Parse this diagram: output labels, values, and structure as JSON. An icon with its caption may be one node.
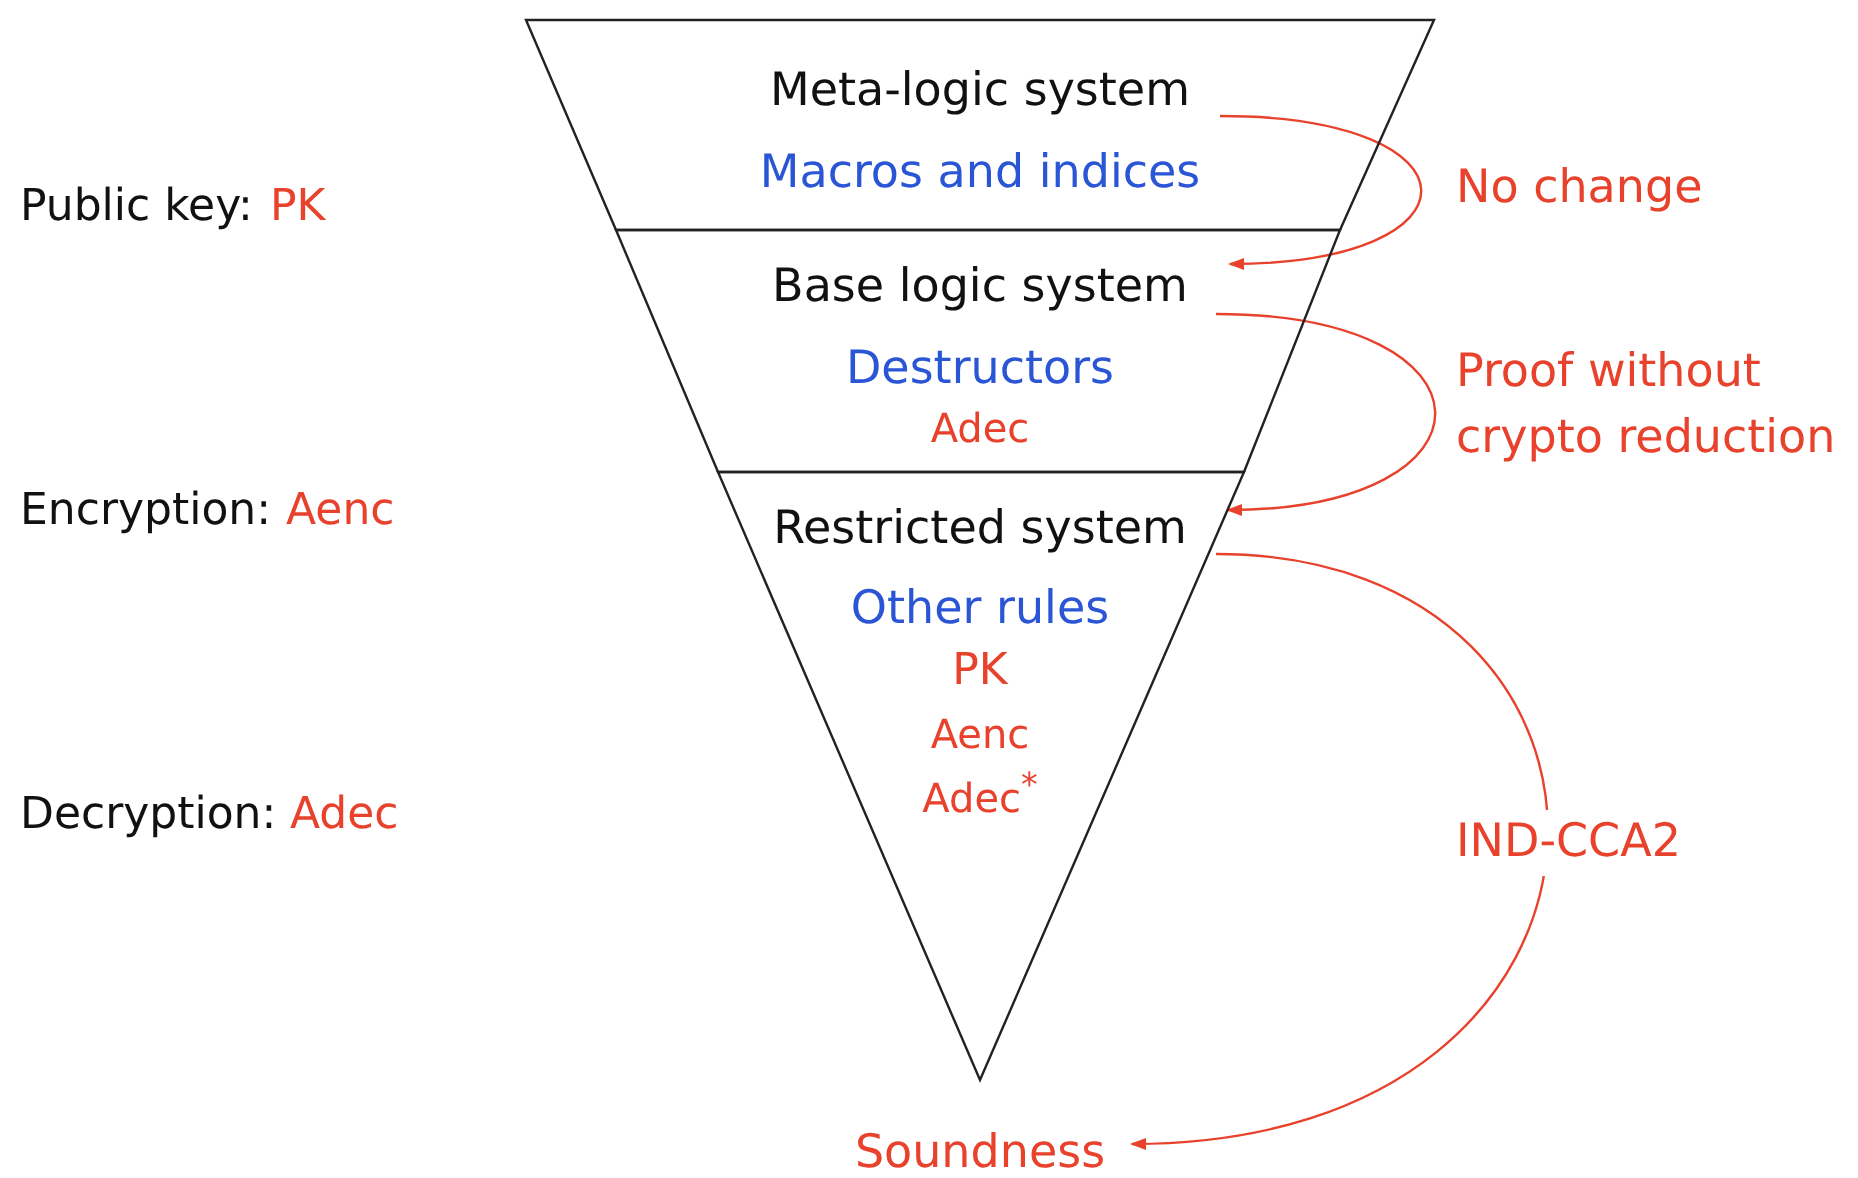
{
  "diagram": {
    "nodes": [
      {
        "text": [
          "Meta-logic system",
          "Macros and indices"
        ]
      },
      {
        "text": [
          "Base logic system",
          "Destructors",
          "Adec"
        ]
      },
      {
        "text": [
          "Restricted system",
          "Other rules",
          "PK",
          "Aenc",
          "Adec$^{*}$"
        ]
      },
      {
        "text": [
          "Soundness"
        ]
      }
    ],
    "edges": [
      {
        "from": 0,
        "to": 1,
        "arrow": "to",
        "label": "No change"
      },
      {
        "from": 1,
        "to": 2,
        "arrow": "to",
        "label": "Proof without crypto reduction"
      },
      {
        "from": 2,
        "to": 3,
        "arrow": "to",
        "label": "IND-CCA2"
      }
    ],
    "labels": [
      "Public key:",
      "PK",
      "Encryption:",
      "Aenc",
      "Decryption:",
      "Adec"
    ]
  }
}
